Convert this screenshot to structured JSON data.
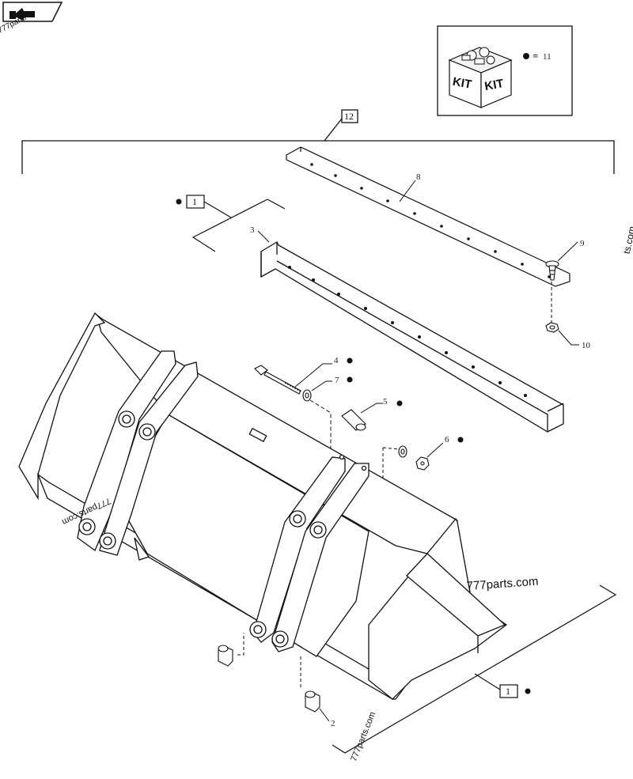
{
  "header": {
    "nav_icon": "arrow-book-icon"
  },
  "kit_legend": {
    "kit_label_left": "KIT",
    "kit_label_right": "KIT",
    "equals": "=",
    "ref": "11"
  },
  "callouts": {
    "top_bracket": "12",
    "left_bracket": "1",
    "bottom_bracket": "1",
    "c2": "2",
    "c3": "3",
    "c4": "4",
    "c5": "5",
    "c6": "6",
    "c7": "7",
    "c8": "8",
    "c9": "9",
    "c10": "10"
  },
  "watermarks": {
    "w1": "777parts.com",
    "w2": "777parts.com",
    "w3": "777parts.com",
    "w4": "777parts",
    "w5": "ts.com"
  }
}
